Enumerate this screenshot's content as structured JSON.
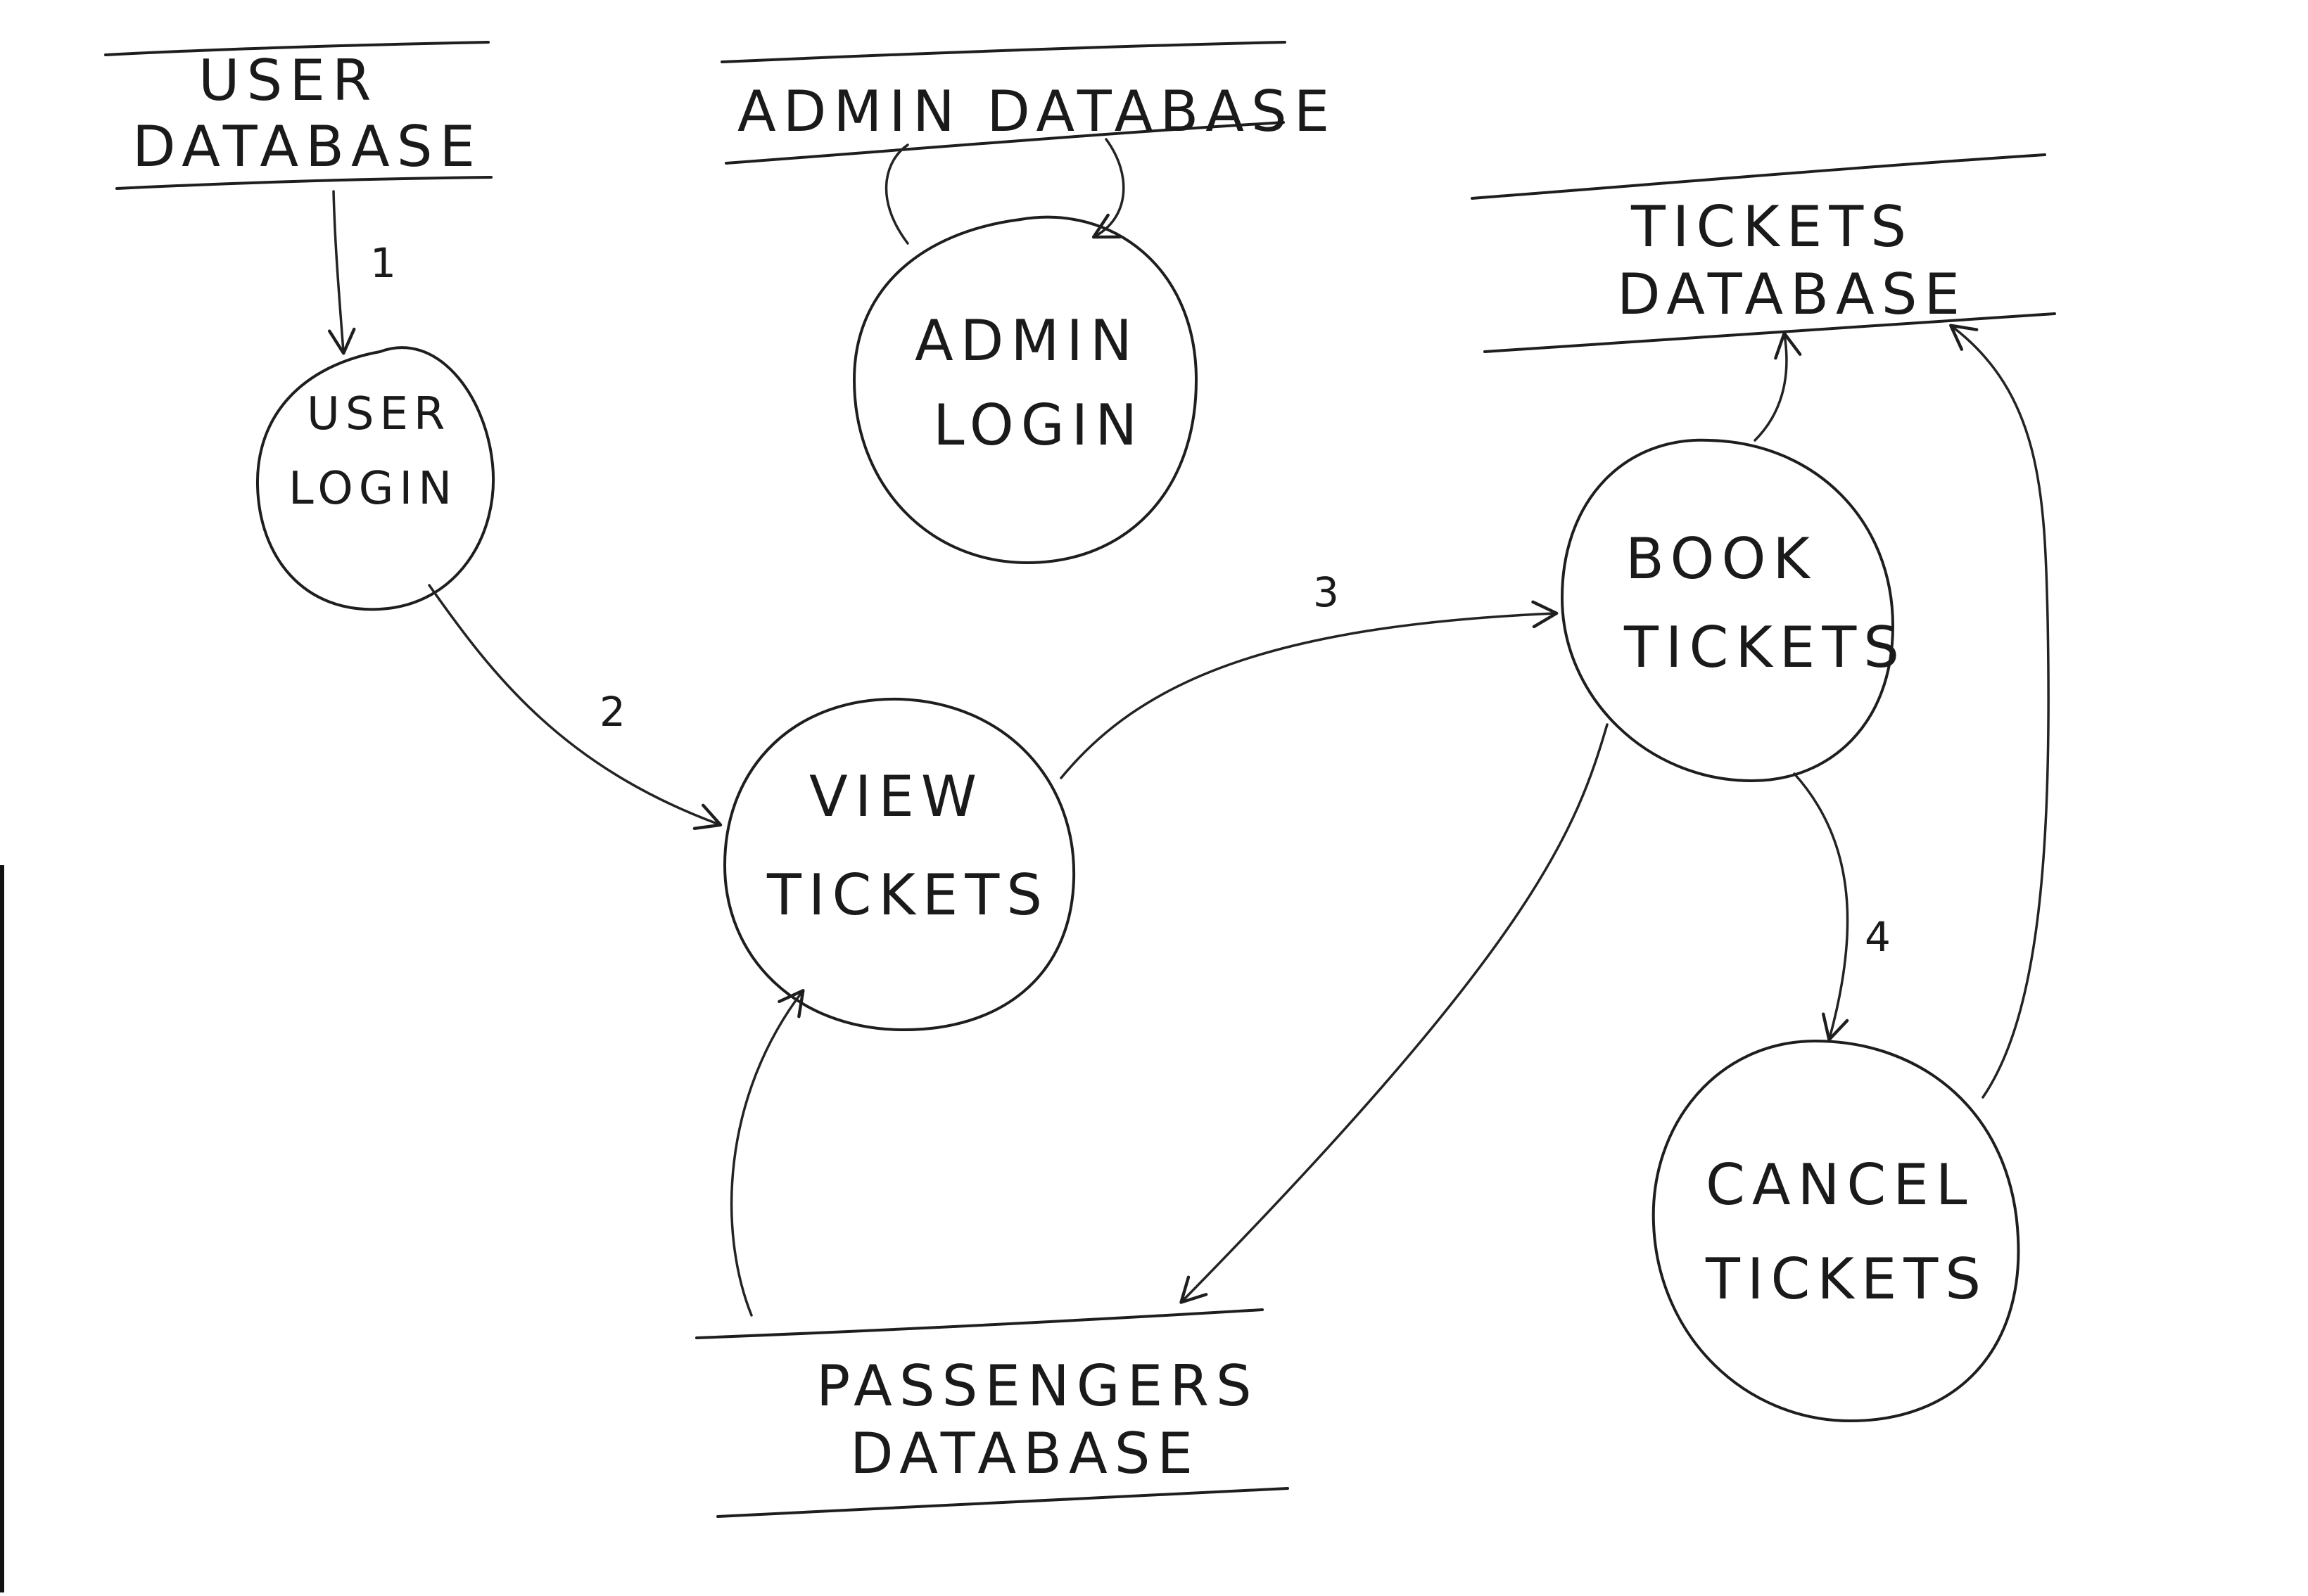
{
  "stores": {
    "user_db": {
      "line1": "USER",
      "line2": "DATABASE"
    },
    "admin_db": {
      "line1": "ADMIN DATABASE"
    },
    "tickets_db": {
      "line1": "TICKETS",
      "line2": "DATABASE"
    },
    "passengers_db": {
      "line1": "PASSENGERS",
      "line2": "DATABASE"
    }
  },
  "processes": {
    "user_login": {
      "line1": "USER",
      "line2": "LOGIN"
    },
    "admin_login": {
      "line1": "ADMIN",
      "line2": "LOGIN"
    },
    "view_tickets": {
      "line1": "VIEW",
      "line2": "TICKETS"
    },
    "book_tickets": {
      "line1": "BOOK",
      "line2": "TICKETS"
    },
    "cancel_tickets": {
      "line1": "CANCEL",
      "line2": "TICKETS"
    }
  },
  "flows": {
    "f1": "1",
    "f2": "2",
    "f3": "3",
    "f4": "4"
  },
  "colors": {
    "ink": "#1e1e1e",
    "paper": "#ffffff"
  }
}
